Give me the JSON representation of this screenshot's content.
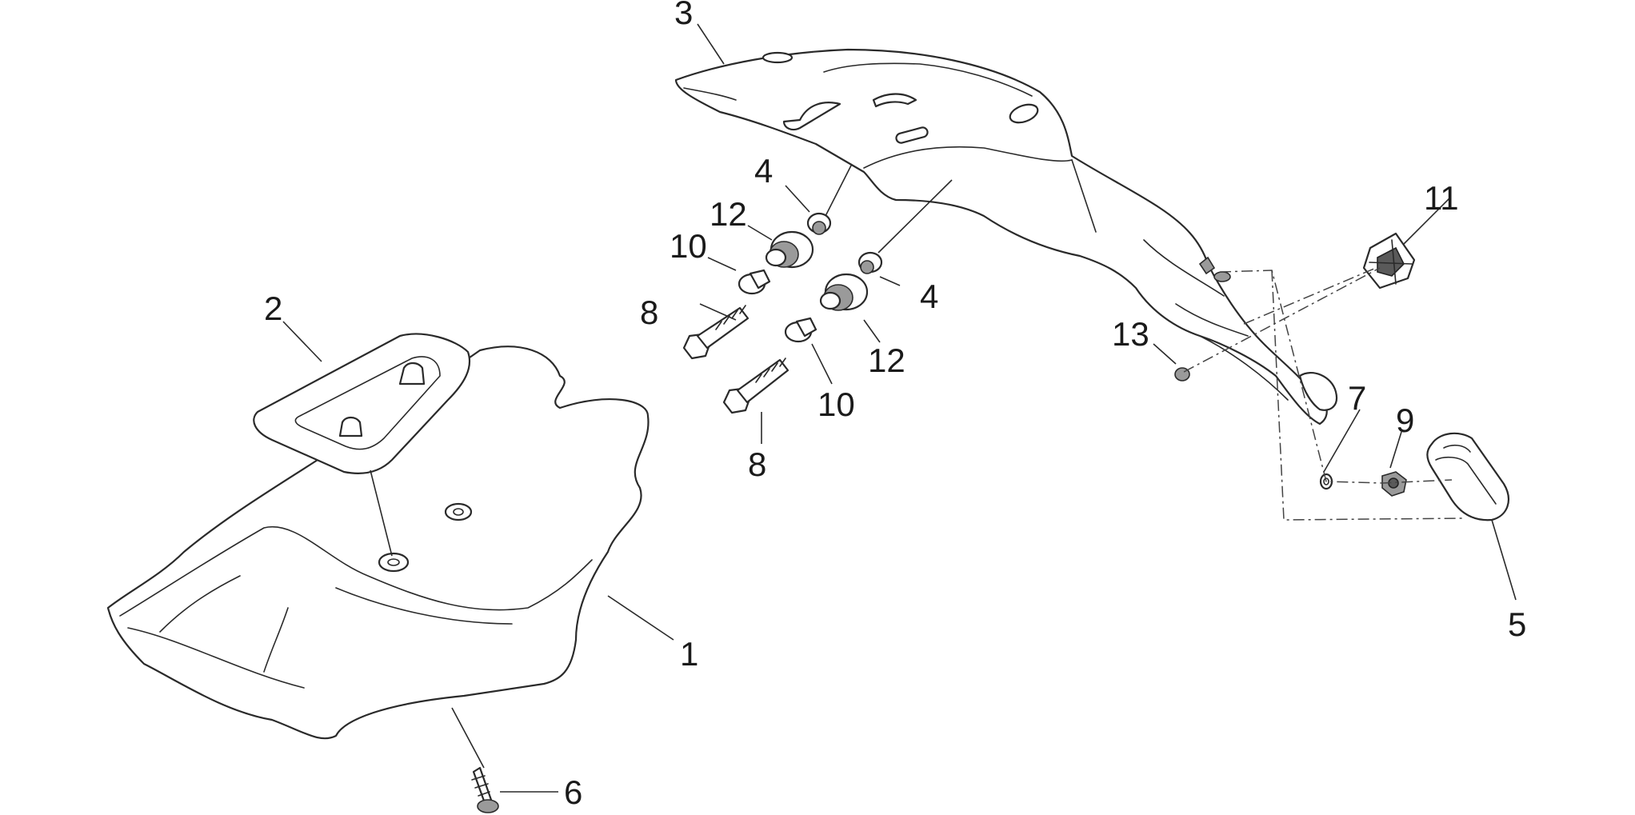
{
  "labels": {
    "part_1": "1",
    "part_2": "2",
    "part_3": "3",
    "part_4a": "4",
    "part_4b": "4",
    "part_5": "5",
    "part_6": "6",
    "part_7": "7",
    "part_8a": "8",
    "part_8b": "8",
    "part_9": "9",
    "part_10a": "10",
    "part_10b": "10",
    "part_11": "11",
    "part_12a": "12",
    "part_12b": "12",
    "part_13": "13"
  }
}
